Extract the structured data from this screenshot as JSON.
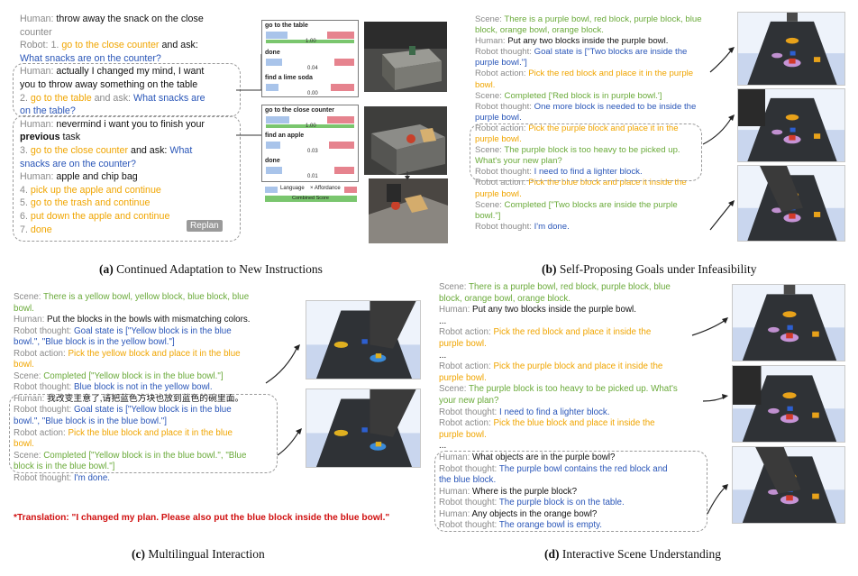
{
  "panel_a": {
    "caption_label": "(a)",
    "caption_text": "Continued Adaptation to New Instructions",
    "replan_label": "Replan",
    "lines": [
      [
        {
          "c": "spk",
          "t": "Human: "
        },
        {
          "c": "human",
          "t": "throw away the snack on the close"
        }
      ],
      [
        {
          "c": "spk",
          "t": "counter"
        }
      ],
      [
        {
          "c": "spk",
          "t": "Robot: 1. "
        },
        {
          "c": "action",
          "t": "go to the close counter"
        },
        {
          "c": "human",
          "t": " and ask:"
        }
      ],
      [
        {
          "c": "thought",
          "t": "What snacks are on the counter?"
        }
      ],
      [
        {
          "c": "spk",
          "t": "Human: "
        },
        {
          "c": "human",
          "t": "actually I changed my mind, I want"
        }
      ],
      [
        {
          "c": "human",
          "t": "you to throw away something on the table"
        }
      ],
      [
        {
          "c": "spk",
          "t": "2. "
        },
        {
          "c": "action",
          "t": "go to the table"
        },
        {
          "c": "spk",
          "t": " and ask: "
        },
        {
          "c": "thought",
          "t": "What snacks are"
        }
      ],
      [
        {
          "c": "thought",
          "t": "on the table?"
        }
      ],
      [
        {
          "c": "spk",
          "t": "Human: "
        },
        {
          "c": "human",
          "t": "nevermind i want you to finish your"
        }
      ],
      [
        {
          "c": "human bold",
          "t": "previous"
        },
        {
          "c": "human",
          "t": " task"
        }
      ],
      [
        {
          "c": "spk",
          "t": "3. "
        },
        {
          "c": "action",
          "t": "go to the close counter"
        },
        {
          "c": "human",
          "t": " and ask: "
        },
        {
          "c": "thought",
          "t": "What"
        }
      ],
      [
        {
          "c": "thought",
          "t": "snacks are on the counter?"
        }
      ],
      [
        {
          "c": "spk",
          "t": "Human: "
        },
        {
          "c": "human",
          "t": "apple and chip bag"
        }
      ],
      [
        {
          "c": "spk",
          "t": "4. "
        },
        {
          "c": "action",
          "t": "pick up the apple and continue"
        }
      ],
      [
        {
          "c": "spk",
          "t": "5. "
        },
        {
          "c": "action",
          "t": "go to the trash and continue"
        }
      ],
      [
        {
          "c": "spk",
          "t": "6. "
        },
        {
          "c": "action",
          "t": "put down the apple and continue"
        }
      ],
      [
        {
          "c": "spk",
          "t": "7. "
        },
        {
          "c": "action",
          "t": "done"
        }
      ]
    ],
    "score_box_1": {
      "rows": [
        {
          "label": "go to the table",
          "value": "1.00"
        },
        {
          "label": "done",
          "value": "0.04"
        },
        {
          "label": "find a lime soda",
          "value": "0.00"
        }
      ]
    },
    "score_box_2": {
      "rows": [
        {
          "label": "go to the close counter",
          "value": "1.00"
        },
        {
          "label": "find an apple",
          "value": "0.03"
        },
        {
          "label": "done",
          "value": "0.01"
        }
      ]
    },
    "legend": {
      "language": "Language",
      "affordance": "Affordance",
      "combined": "Combined Score"
    },
    "colors": {
      "language": "#a9c4ea",
      "affordance": "#e6838e",
      "combined": "#7ac66e"
    }
  },
  "panel_b": {
    "caption_label": "(b)",
    "caption_text": "Self-Proposing Goals under Infeasibility",
    "lines": [
      [
        {
          "c": "spk",
          "t": "Scene: "
        },
        {
          "c": "scene",
          "t": "There is a purple bowl, red block, purple block, blue"
        }
      ],
      [
        {
          "c": "scene",
          "t": "block, orange bowl, orange block."
        }
      ],
      [
        {
          "c": "spk",
          "t": "Human: "
        },
        {
          "c": "human",
          "t": "Put any two blocks inside the purple bowl."
        }
      ],
      [
        {
          "c": "spk",
          "t": "Robot thought: "
        },
        {
          "c": "thought",
          "t": "Goal state is [\"Two blocks are inside the"
        }
      ],
      [
        {
          "c": "thought",
          "t": "purple bowl.\"]"
        }
      ],
      [
        {
          "c": "spk",
          "t": "Robot action: "
        },
        {
          "c": "action",
          "t": "Pick the red block and place it in the purple"
        }
      ],
      [
        {
          "c": "action",
          "t": "bowl."
        }
      ],
      [
        {
          "c": "spk",
          "t": "Scene: "
        },
        {
          "c": "scene",
          "t": "Completed ['Red block is in purple bowl.']"
        }
      ],
      [
        {
          "c": "spk",
          "t": "Robot thought: "
        },
        {
          "c": "thought",
          "t": "One more block is needed to be inside the"
        }
      ],
      [
        {
          "c": "thought",
          "t": "purple bowl."
        }
      ],
      [
        {
          "c": "spk",
          "t": "Robot action: "
        },
        {
          "c": "action",
          "t": "Pick the purple block and place it in the"
        }
      ],
      [
        {
          "c": "action",
          "t": "purple bowl."
        }
      ],
      [
        {
          "c": "spk",
          "t": "Scene: "
        },
        {
          "c": "scene",
          "t": "The purple block is too heavy to be picked up."
        }
      ],
      [
        {
          "c": "scene",
          "t": "What's your new plan?"
        }
      ],
      [
        {
          "c": "spk",
          "t": "Robot thought: "
        },
        {
          "c": "thought",
          "t": "I need to find a lighter block."
        }
      ],
      [
        {
          "c": "spk",
          "t": "Robot action: "
        },
        {
          "c": "action",
          "t": "Pick the blue block and place it inside the"
        }
      ],
      [
        {
          "c": "action",
          "t": "purple bowl."
        }
      ],
      [
        {
          "c": "spk",
          "t": "Scene: "
        },
        {
          "c": "scene",
          "t": "Completed [\"Two blocks are inside the purple"
        }
      ],
      [
        {
          "c": "scene",
          "t": "bowl.\"]"
        }
      ],
      [
        {
          "c": "spk",
          "t": "Robot thought: "
        },
        {
          "c": "thought",
          "t": "I'm done."
        }
      ]
    ]
  },
  "panel_c": {
    "caption_label": "(c)",
    "caption_text": "Multilingual Interaction",
    "translation": "*Translation: \"I changed my plan. Please also put the blue block inside the blue bowl.\"",
    "lines": [
      [
        {
          "c": "spk",
          "t": "Scene: "
        },
        {
          "c": "scene",
          "t": "There is a yellow bowl, yellow block, blue block, blue"
        }
      ],
      [
        {
          "c": "scene",
          "t": "bowl."
        }
      ],
      [
        {
          "c": "spk",
          "t": "Human: "
        },
        {
          "c": "human",
          "t": "Put the blocks in the bowls with mismatching colors."
        }
      ],
      [
        {
          "c": "spk",
          "t": "Robot thought: "
        },
        {
          "c": "thought",
          "t": "Goal state is [\"Yellow block is in the blue"
        }
      ],
      [
        {
          "c": "thought",
          "t": "bowl.\", \"Blue block is in the yellow bowl.\"]"
        }
      ],
      [
        {
          "c": "spk",
          "t": "Robot action: "
        },
        {
          "c": "action",
          "t": "Pick the yellow block and place it in the blue"
        }
      ],
      [
        {
          "c": "action",
          "t": "bowl."
        }
      ],
      [
        {
          "c": "spk",
          "t": "Scene: "
        },
        {
          "c": "scene",
          "t": "Completed [\"Yellow block is in the blue bowl.\"]"
        }
      ],
      [
        {
          "c": "spk",
          "t": "Robot thought: "
        },
        {
          "c": "thought",
          "t": "Blue block is not in the yellow bowl."
        }
      ],
      [
        {
          "c": "spk",
          "t": "Human: "
        },
        {
          "c": "human",
          "t": "我改变主意了,请把蓝色方块也放到蓝色的碗里面。"
        }
      ],
      [
        {
          "c": "spk",
          "t": "Robot thought: "
        },
        {
          "c": "thought",
          "t": "Goal state is [\"Yellow block is in the blue"
        }
      ],
      [
        {
          "c": "thought",
          "t": "bowl.\", \"Blue block is in the blue bowl.\"]"
        }
      ],
      [
        {
          "c": "spk",
          "t": "Robot action: "
        },
        {
          "c": "action",
          "t": "Pick the blue block and place it in the blue"
        }
      ],
      [
        {
          "c": "action",
          "t": "bowl."
        }
      ],
      [
        {
          "c": "spk",
          "t": "Scene: "
        },
        {
          "c": "scene",
          "t": "Completed [\"Yellow block is in the blue bowl.\", \"Blue"
        }
      ],
      [
        {
          "c": "scene",
          "t": "block is in the blue bowl.\"]"
        }
      ],
      [
        {
          "c": "spk",
          "t": "Robot thought: "
        },
        {
          "c": "thought",
          "t": "I'm done."
        }
      ]
    ]
  },
  "panel_d": {
    "caption_label": "(d)",
    "caption_text": "Interactive Scene Understanding",
    "lines": [
      [
        {
          "c": "spk",
          "t": "Scene: "
        },
        {
          "c": "scene",
          "t": "There is a purple bowl, red block, purple block, blue"
        }
      ],
      [
        {
          "c": "scene",
          "t": "block, orange bowl, orange block."
        }
      ],
      [
        {
          "c": "spk",
          "t": "Human: "
        },
        {
          "c": "human",
          "t": "Put any two blocks inside the purple bowl."
        }
      ],
      [
        {
          "c": "human",
          "t": "..."
        }
      ],
      [
        {
          "c": "spk",
          "t": "Robot action: "
        },
        {
          "c": "action",
          "t": "Pick the red block and place it inside the"
        }
      ],
      [
        {
          "c": "action",
          "t": "purple bowl."
        }
      ],
      [
        {
          "c": "human",
          "t": "..."
        }
      ],
      [
        {
          "c": "spk",
          "t": "Robot action: "
        },
        {
          "c": "action",
          "t": "Pick the purple block and place it inside the"
        }
      ],
      [
        {
          "c": "action",
          "t": "purple bowl."
        }
      ],
      [
        {
          "c": "spk",
          "t": "Scene: "
        },
        {
          "c": "scene",
          "t": "The purple block is too heavy to be picked up. What's"
        }
      ],
      [
        {
          "c": "scene",
          "t": "your new plan?"
        }
      ],
      [
        {
          "c": "spk",
          "t": "Robot thought: "
        },
        {
          "c": "thought",
          "t": "I need to find a lighter block."
        }
      ],
      [
        {
          "c": "spk",
          "t": "Robot action: "
        },
        {
          "c": "action",
          "t": "Pick the blue block and place it inside the"
        }
      ],
      [
        {
          "c": "action",
          "t": "purple bowl."
        }
      ],
      [
        {
          "c": "human",
          "t": "..."
        }
      ],
      [
        {
          "c": "spk",
          "t": "Human: "
        },
        {
          "c": "human",
          "t": "What objects are in the purple bowl?"
        }
      ],
      [
        {
          "c": "spk",
          "t": "Robot thought: "
        },
        {
          "c": "thought",
          "t": "The purple bowl contains the red block and"
        }
      ],
      [
        {
          "c": "thought",
          "t": "the blue block."
        }
      ],
      [
        {
          "c": "spk",
          "t": "Human: "
        },
        {
          "c": "human",
          "t": "Where is the purple block?"
        }
      ],
      [
        {
          "c": "spk",
          "t": "Robot thought: "
        },
        {
          "c": "thought",
          "t": "The purple block is on the table."
        }
      ],
      [
        {
          "c": "spk",
          "t": "Human: "
        },
        {
          "c": "human",
          "t": "Any objects in the orange bowl?"
        }
      ],
      [
        {
          "c": "spk",
          "t": "Robot thought: "
        },
        {
          "c": "thought",
          "t": "The orange bowl is empty."
        }
      ]
    ]
  }
}
